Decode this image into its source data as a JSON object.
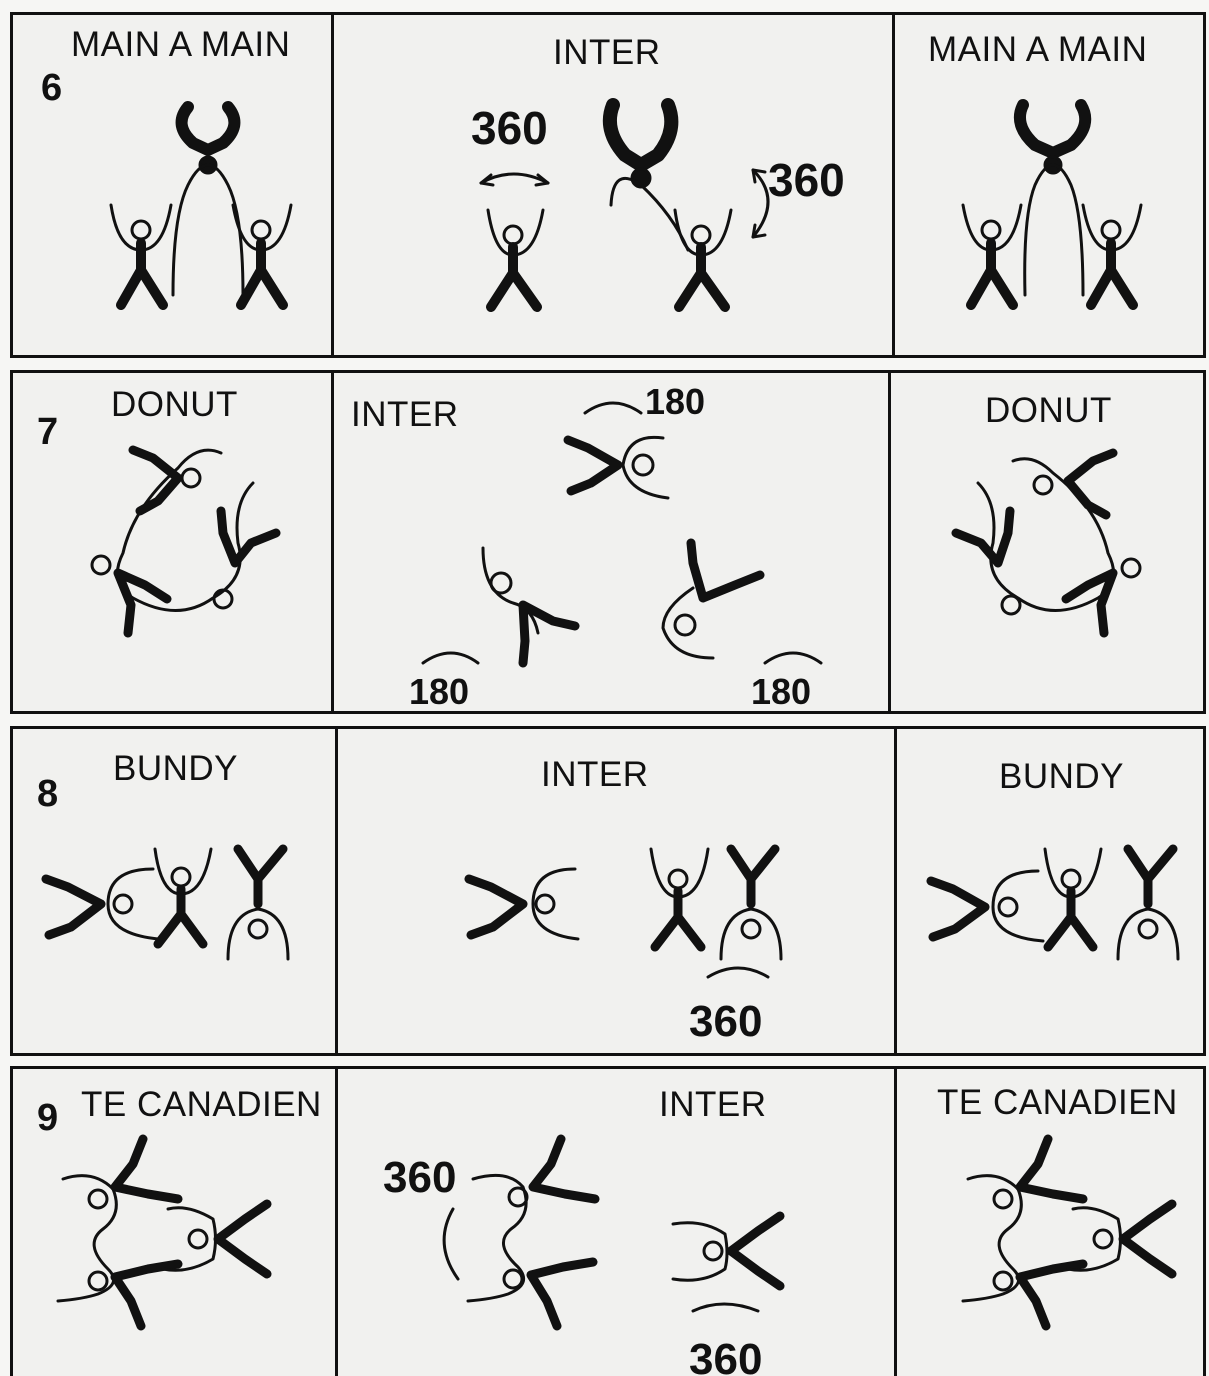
{
  "rows": [
    {
      "number": "6",
      "left_label": "MAIN A MAIN",
      "middle_label": "INTER",
      "right_label": "MAIN A MAIN",
      "rotations": [
        "360",
        "360"
      ]
    },
    {
      "number": "7",
      "left_label": "DONUT",
      "middle_label": "INTER",
      "right_label": "DONUT",
      "rotations": [
        "180",
        "180",
        "180"
      ]
    },
    {
      "number": "8",
      "left_label": "BUNDY",
      "middle_label": "INTER",
      "right_label": "BUNDY",
      "rotations": [
        "360"
      ]
    },
    {
      "number": "9",
      "left_label": "TE CANADIEN",
      "middle_label": "INTER",
      "right_label": "TE CANADIEN",
      "rotations": [
        "360",
        "360"
      ]
    }
  ]
}
